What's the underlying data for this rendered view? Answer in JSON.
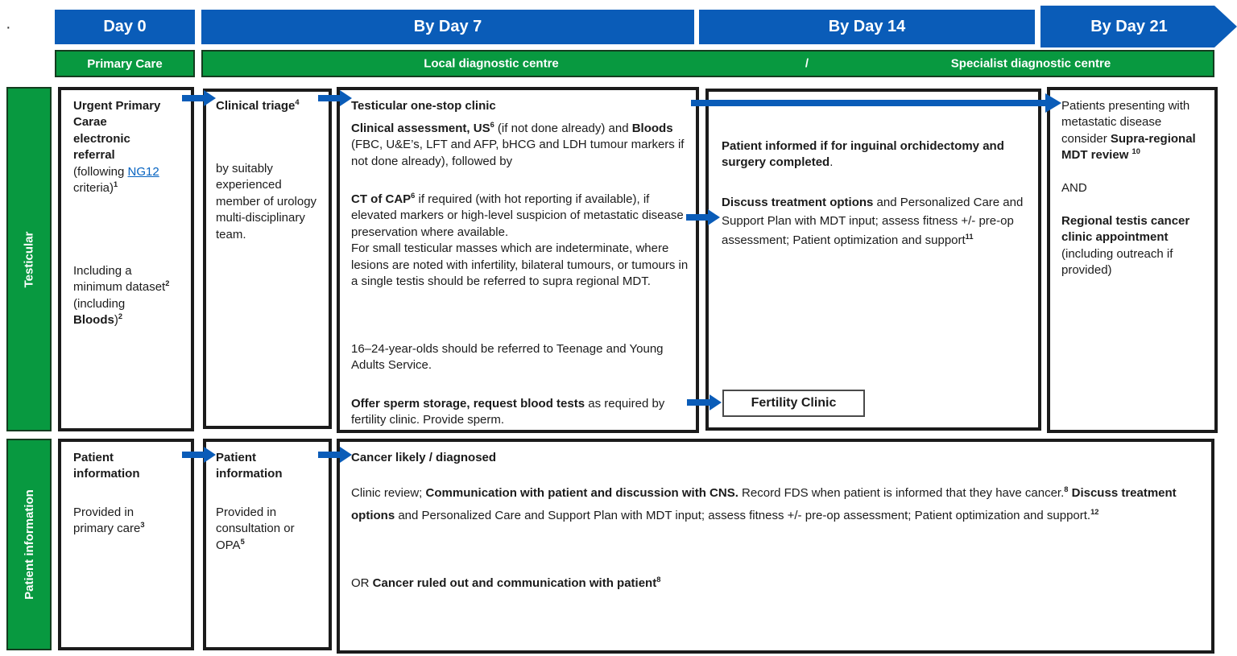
{
  "colors": {
    "timeline_blue": "#0a5cb8",
    "stage_green": "#089940",
    "link_blue": "#0563c1",
    "border_black": "#1b1b1b"
  },
  "stray_dot": "·",
  "timeline": {
    "day0": "Day 0",
    "day7": "By Day 7",
    "day14": "By Day 14",
    "day21": "By Day 21"
  },
  "stages": {
    "primary": "Primary Care",
    "local": "Local diagnostic centre",
    "separator": "/",
    "specialist": "Specialist diagnostic centre"
  },
  "row_labels": {
    "testicular": "Testicular",
    "patient_information": "Patient information"
  },
  "fertility": {
    "label": "Fertility Clinic"
  },
  "boxes": {
    "referral": {
      "intro": [
        {
          "t": "Urgent Primary",
          "b": 1
        },
        {
          "br": 1
        },
        {
          "t": "Carae",
          "b": 1
        },
        {
          "br": 1
        },
        {
          "t": "electronic",
          "b": 1
        },
        {
          "br": 1
        },
        {
          "t": "referral",
          "b": 1
        },
        {
          "br": 1
        },
        {
          "t": "(following "
        },
        {
          "t": "NG12",
          "u": 1,
          "n": "ng12-link"
        },
        {
          "t": " criteria)"
        },
        {
          "t": "1",
          "s": 1
        }
      ],
      "dataset": [
        {
          "t": "Including a minimum dataset"
        },
        {
          "t": "2",
          "s": 1
        },
        {
          "t": " (including "
        },
        {
          "br": 0
        },
        {
          "t": "Bloods",
          "b": 1
        },
        {
          "t": ")"
        },
        {
          "t": "2",
          "s": 1
        }
      ]
    },
    "triage": {
      "title": [
        {
          "t": "Clinical triage",
          "b": 1
        },
        {
          "t": "4",
          "s": 1
        }
      ],
      "body": [
        {
          "t": "by suitably experienced member of urology multi-disciplinary team."
        }
      ]
    },
    "onestop": {
      "title": [
        {
          "t": "Testicular one-stop clinic",
          "b": 1
        }
      ],
      "p1": [
        {
          "t": "Clinical assessment, US",
          "b": 1
        },
        {
          "t": "6",
          "s": 1
        },
        {
          "t": " (if not done already) and "
        },
        {
          "t": "Bloods",
          "b": 1
        },
        {
          "t": " (FBC, U&E’s, LFT and AFP, bHCG and LDH tumour markers if not done already), followed by"
        }
      ],
      "p2": [
        {
          "t": "CT of CAP",
          "b": 1
        },
        {
          "t": "6",
          "s": 1
        },
        {
          "t": " if required (with hot reporting if available), if elevated markers or high-level suspicion of metastatic disease"
        },
        {
          "br": 1
        },
        {
          "t": "preservation where available."
        },
        {
          "br": 1
        },
        {
          "t": "For small testicular masses which are indeterminate, where lesions are noted with infertility, bilateral tumours, or tumours in a single testis should be referred to supra regional MDT."
        }
      ],
      "p3": [
        {
          "t": "16–24-year-olds should be referred to Teenage and Young Adults Service."
        }
      ],
      "p4": [
        {
          "t": "Offer sperm storage, request blood tests",
          "b": 1
        },
        {
          "t": " as required by fertility clinic. Provide sperm."
        }
      ]
    },
    "day14": {
      "p1": [
        {
          "t": "Patient informed if for inguinal orchidectomy and surgery completed",
          "b": 1
        },
        {
          "t": "."
        }
      ],
      "p2": [
        {
          "t": "Discuss treatment options",
          "b": 1
        },
        {
          "t": " and Personalized Care and Support Plan with MDT input; assess fitness +/- pre-op assessment; Patient optimization and support"
        },
        {
          "t": "11",
          "s": 1
        }
      ]
    },
    "day21": {
      "content": [
        {
          "t": "Patients presenting with metastatic disease consider "
        },
        {
          "t": "Supra-regional MDT review ",
          "b": 1
        },
        {
          "t": "10",
          "s": 1
        },
        {
          "br": 2
        },
        {
          "t": "AND"
        },
        {
          "br": 2
        },
        {
          "t": "Regional testis cancer clinic appointment",
          "b": 1
        },
        {
          "br": 1
        },
        {
          "t": "(including outreach if provided)"
        }
      ]
    },
    "info_primary": {
      "title": [
        {
          "t": "Patient information",
          "b": 1
        }
      ],
      "body": [
        {
          "t": "Provided in primary care"
        },
        {
          "t": "3",
          "s": 1
        }
      ]
    },
    "info_opa": {
      "title": [
        {
          "t": "Patient information",
          "b": 1
        }
      ],
      "body": [
        {
          "t": "Provided in consultation or OPA"
        },
        {
          "t": "5",
          "s": 1
        }
      ]
    },
    "outcome": {
      "title": [
        {
          "t": "Cancer likely / diagnosed",
          "b": 1
        }
      ],
      "p1": [
        {
          "t": "Clinic review; "
        },
        {
          "t": "Communication with patient and discussion with CNS.",
          "b": 1
        },
        {
          "t": " Record FDS when patient is informed that they have cancer."
        },
        {
          "t": "8",
          "s": 1
        },
        {
          "t": " "
        },
        {
          "t": "Discuss treatment options",
          "b": 1
        },
        {
          "t": " and Personalized Care and Support Plan with MDT input; assess fitness +/- pre-op assessment; Patient optimization and support."
        },
        {
          "t": "12",
          "s": 1
        }
      ],
      "p2": [
        {
          "t": "OR "
        },
        {
          "t": "Cancer ruled out and communication with patient",
          "b": 1
        },
        {
          "t": "8",
          "s": 1
        }
      ]
    }
  }
}
